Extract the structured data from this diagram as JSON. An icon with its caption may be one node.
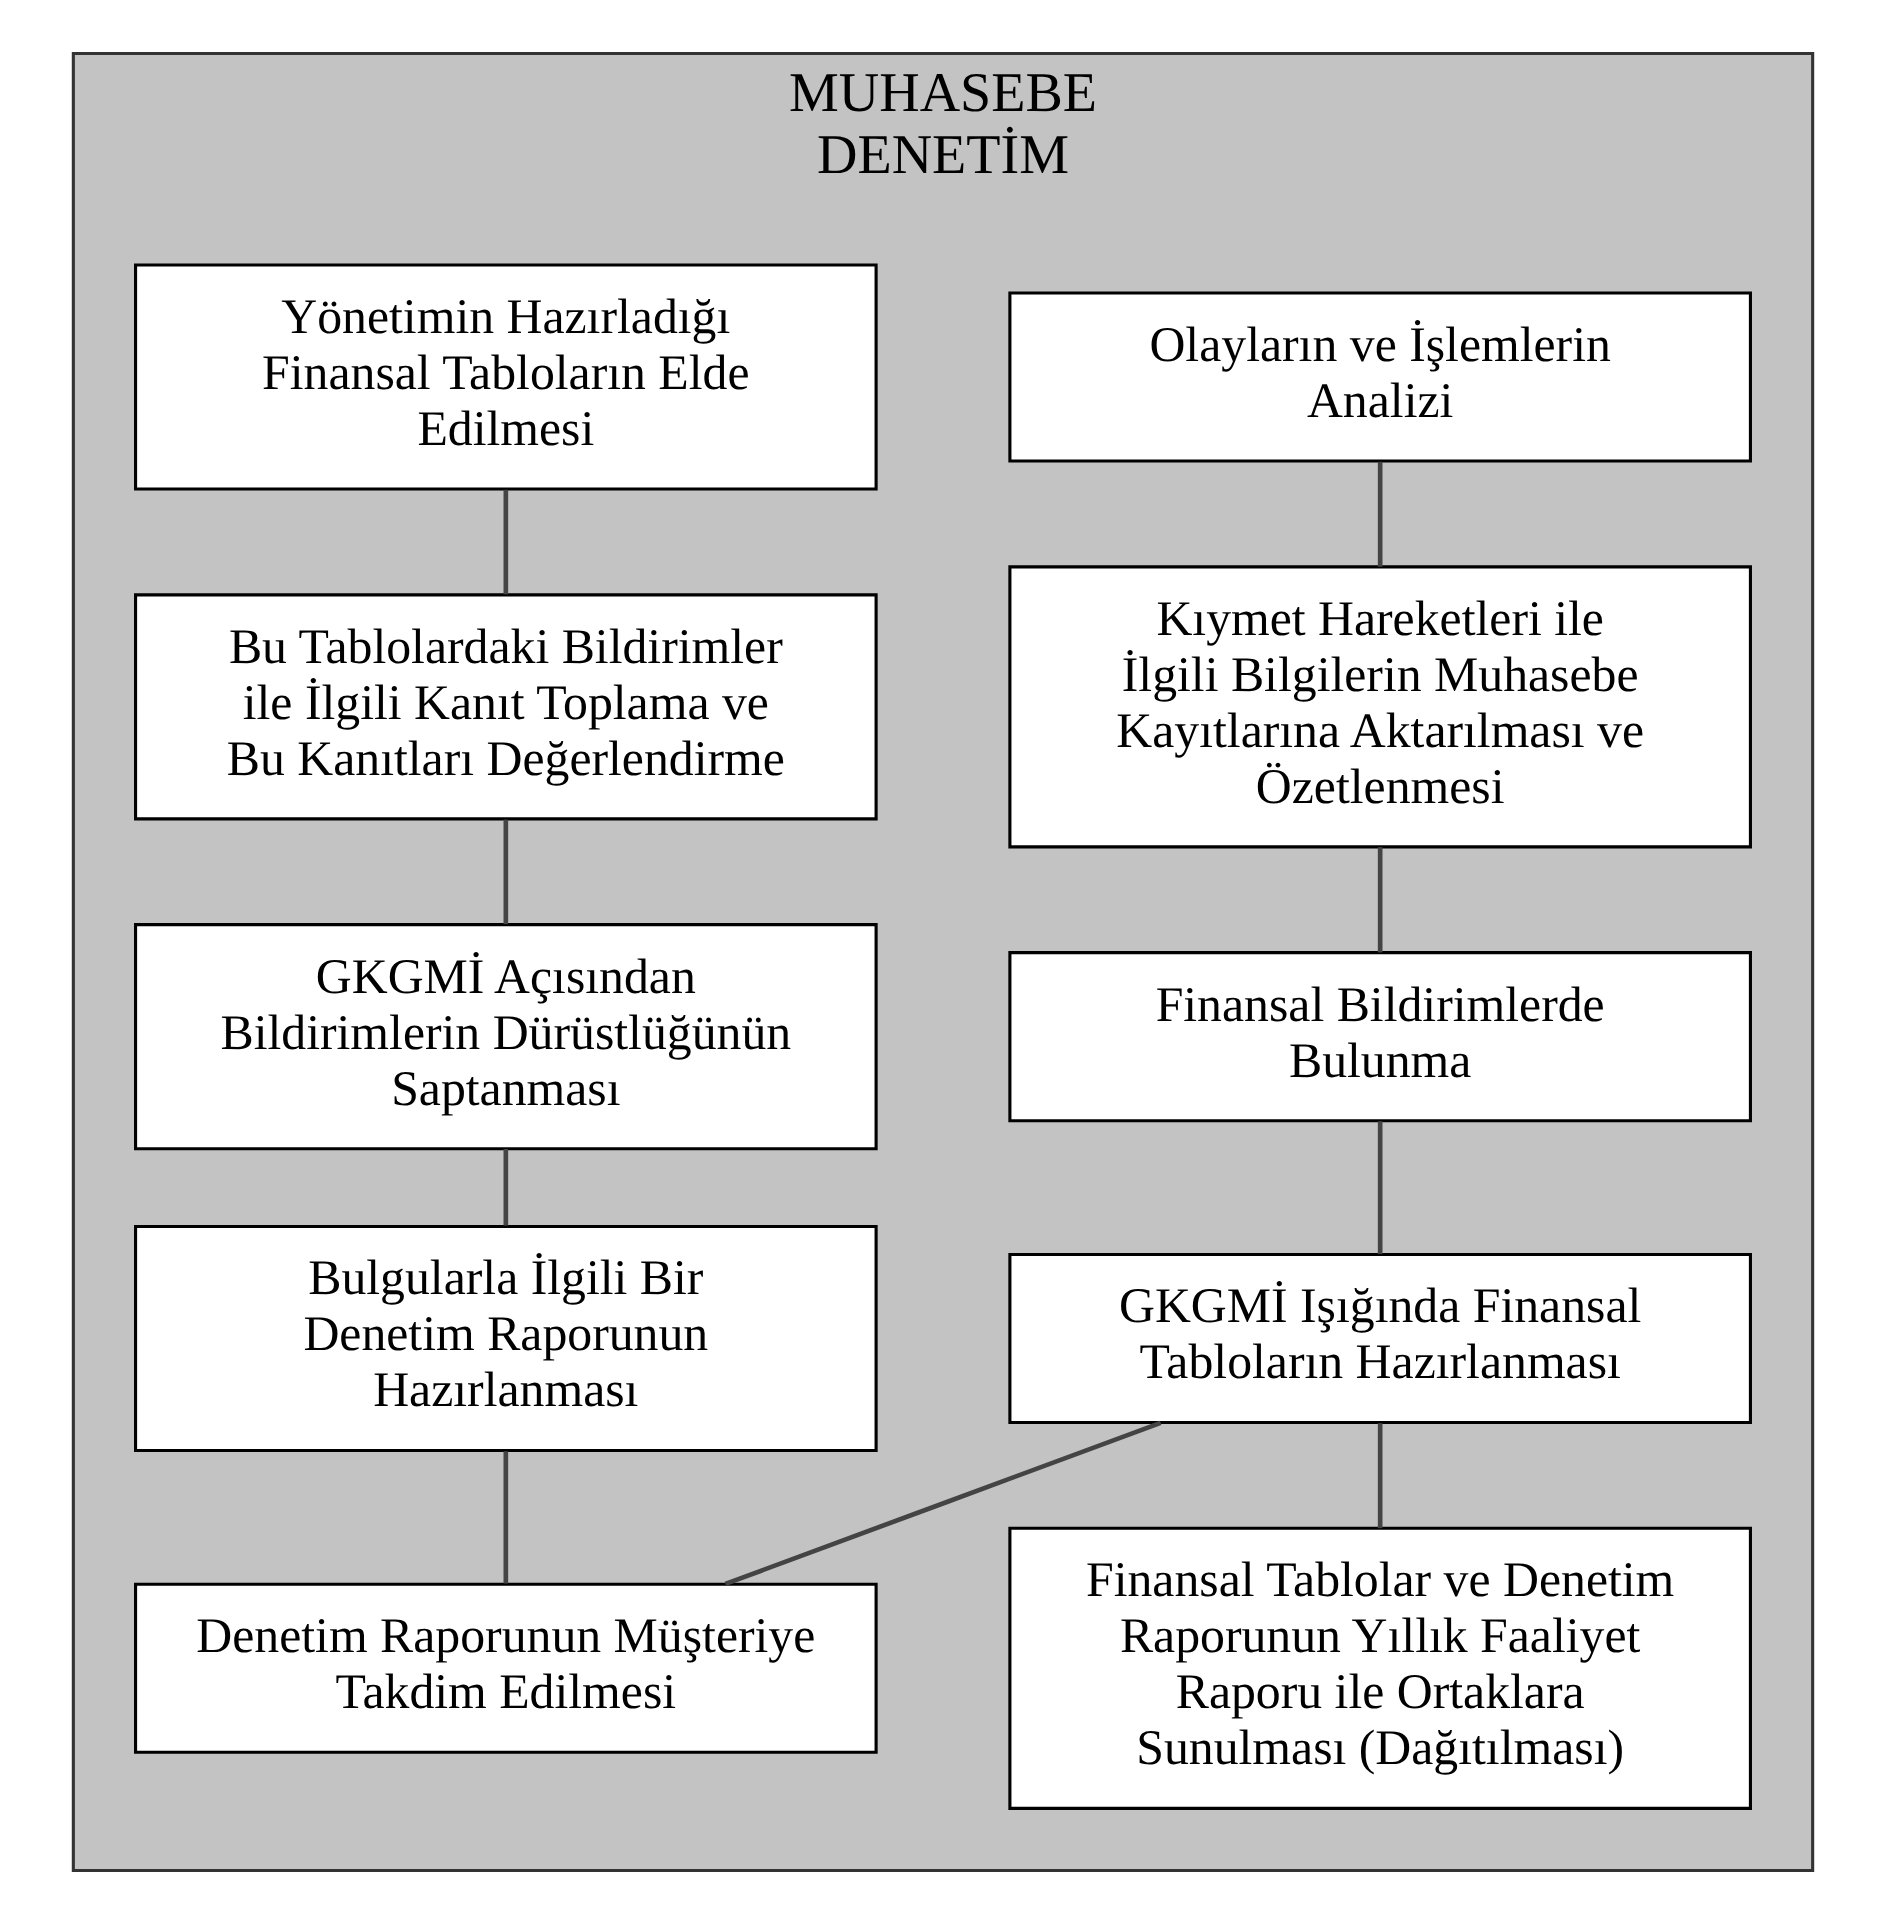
{
  "diagram": {
    "nodes": [
      {
        "text": [
          "MUHASEBE",
          "DENETİM"
        ]
      },
      {
        "text": [
          "Olayların ve İşlemlerin Analizi"
        ],
        "in": 0
      },
      {
        "text": [
          "Yönetimin Hazırladığı Finansal Tabloların Elde Edilmesi"
        ],
        "in": 0
      },
      {
        "text": [
          "Kıymet Hareketleri ile İlgili Bilgilerin Muhasebe Kayıtlarına Aktarılması ve Özetlenmesi"
        ],
        "in": 0
      },
      {
        "text": [
          "Bu Tablolardaki Bildirimler ile İlgili Kanıt Toplama ve Bu Kanıtları Değerlendirme"
        ],
        "in": 0
      },
      {
        "text": [
          "Finansal Bildirimlerde Bulunma"
        ],
        "in": 0
      },
      {
        "text": [
          "GKGMİ Açısından Bildirimlerin Dürüstlüğünün Saptanması"
        ],
        "in": 0
      },
      {
        "text": [
          "GKGMİ Işığında Finansal Tabloların Hazırlanması"
        ],
        "in": 0
      },
      {
        "text": [
          "Bulgularla İlgili Bir Denetim Raporunun Hazırlanması"
        ],
        "in": 0
      },
      {
        "text": [
          "Finansal Tablolar ve Denetim Raporunun Yıllık Faaliyet Raporu ile Ortaklara Sunulması (Dağıtılması)"
        ],
        "in": 0
      },
      {
        "text": [
          "Denetim Raporunun Müşteriye Takdim Edilmesi"
        ],
        "in": 0
      }
    ],
    "edges": [
      {
        "from": 1,
        "to": 3,
        "arrow": "none"
      },
      {
        "from": 3,
        "to": 5,
        "arrow": "none"
      },
      {
        "from": 5,
        "to": 7,
        "arrow": "none"
      },
      {
        "from": 7,
        "to": 9,
        "arrow": "none"
      },
      {
        "from": 2,
        "to": 4,
        "arrow": "none"
      },
      {
        "from": 4,
        "to": 6,
        "arrow": "none"
      },
      {
        "from": 6,
        "to": 8,
        "arrow": "none"
      },
      {
        "from": 8,
        "to": 10,
        "arrow": "none"
      },
      {
        "from": 7,
        "to": 10,
        "arrow": "none"
      }
    ]
  }
}
